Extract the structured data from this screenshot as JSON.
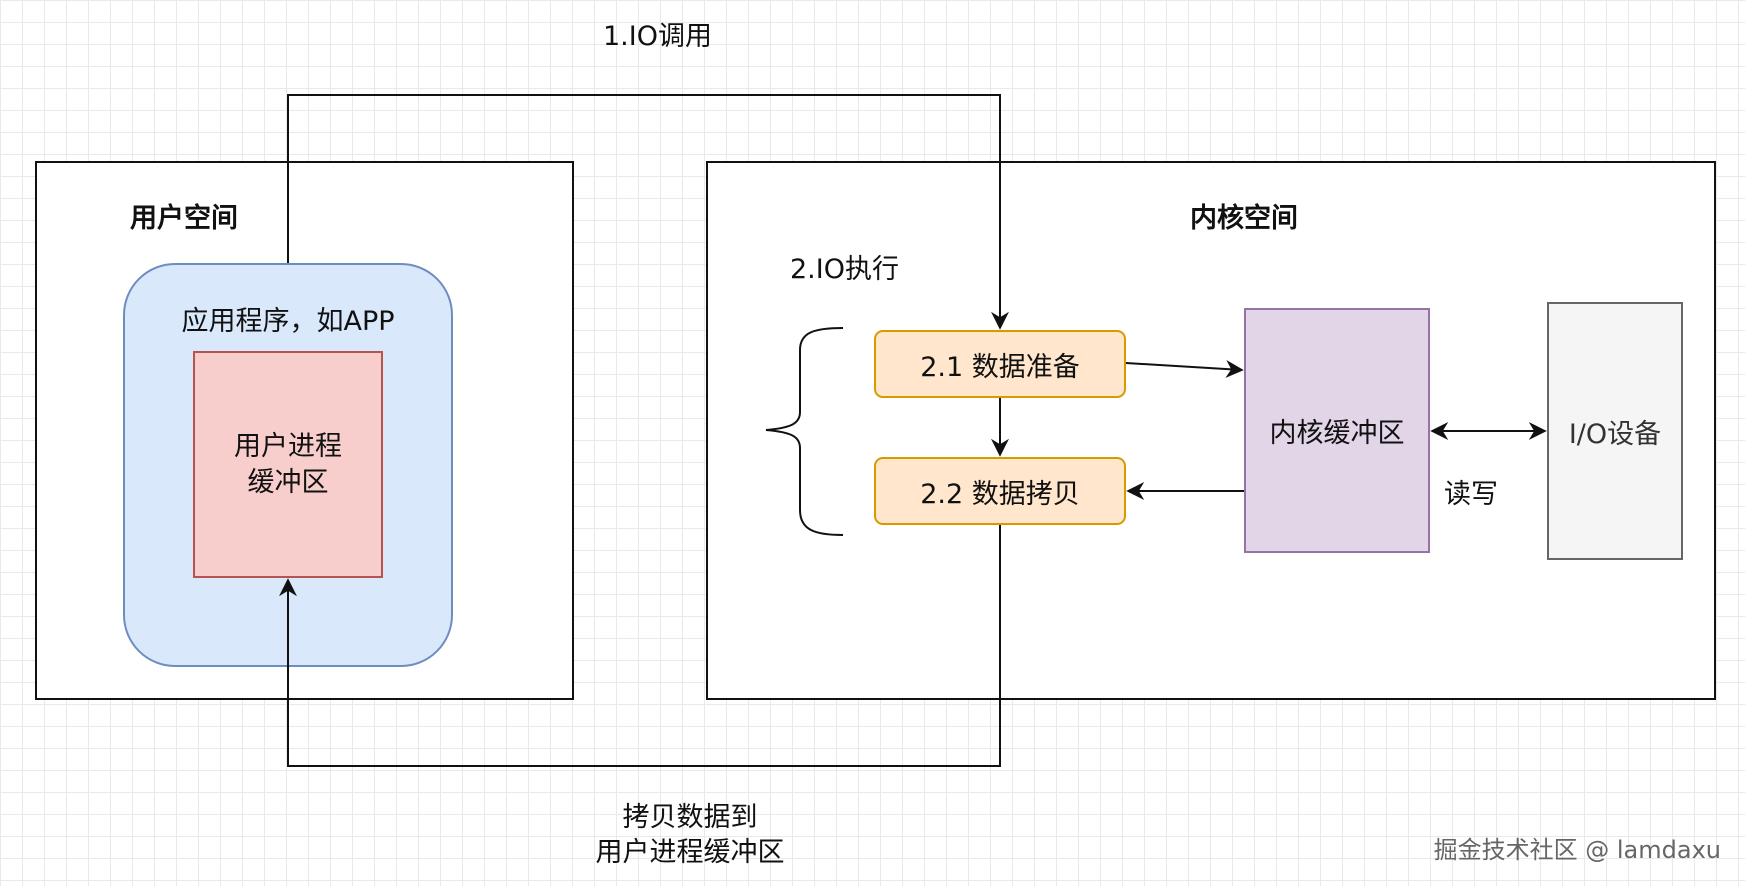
{
  "user_space": {
    "title": "用户空间",
    "app_label": "应用程序，如APP",
    "buffer_label": "用户进程\n缓冲区"
  },
  "kernel_space": {
    "title": "内核空间",
    "io_exec_label": "2.IO执行",
    "prepare_label": "2.1 数据准备",
    "copy_label": "2.2 数据拷贝",
    "buffer_label": "内核缓冲区",
    "device_label": "I/O设备",
    "rw_label": "读写"
  },
  "edges": {
    "io_call_label": "1.IO调用",
    "copy_back_label": "拷贝数据到\n用户进程缓冲区"
  },
  "watermark": "掘金技术社区 @ lamdaxu",
  "colors": {
    "app_fill": "#dae8fc",
    "app_stroke": "#6c8ebf",
    "user_buffer_fill": "#f8cecc",
    "user_buffer_stroke": "#b85450",
    "step_fill": "#ffe6cc",
    "step_stroke": "#d79b00",
    "kernel_buffer_fill": "#e1d5e7",
    "kernel_buffer_stroke": "#9673a6",
    "device_fill": "#f5f5f5",
    "device_stroke": "#666666"
  }
}
